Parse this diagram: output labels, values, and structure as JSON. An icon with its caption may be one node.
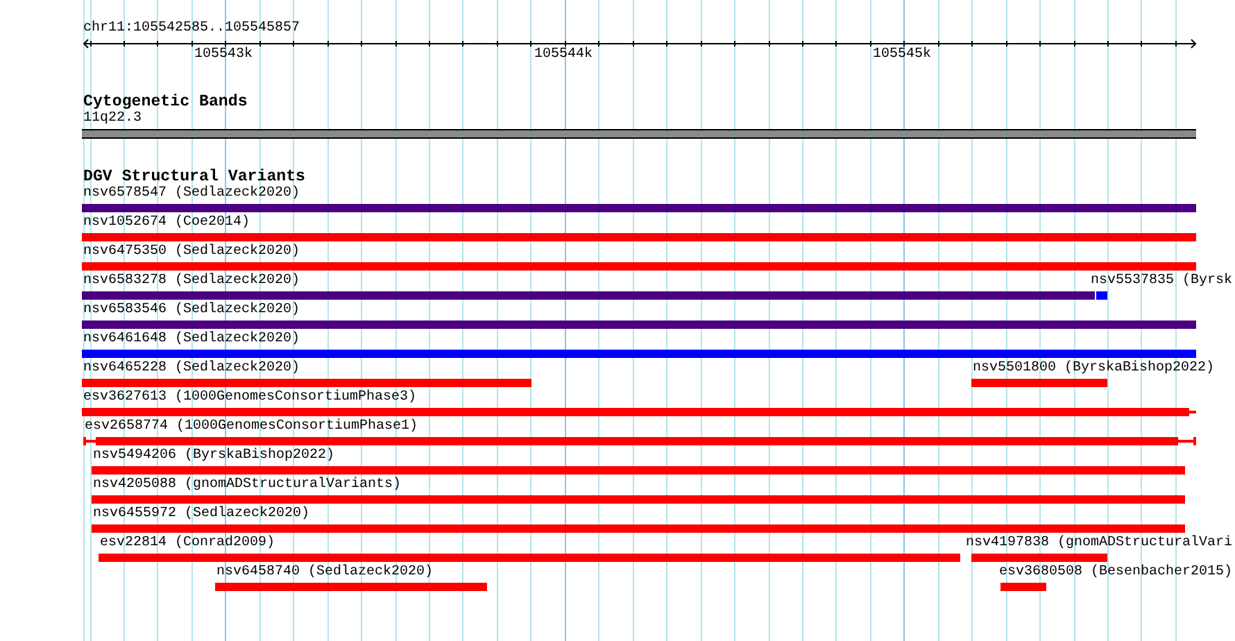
{
  "diagram": {
    "nodes": [
      {
        "text": [],
        "shape": "bar",
        "beside": [
          "11q22.3"
        ]
      },
      {
        "text": [],
        "shape": "bar",
        "beside": [
          "nsv6578547 (Sedlazeck2020)"
        ]
      },
      {
        "text": [],
        "shape": "bar",
        "beside": [
          "nsv1052674 (Coe2014)"
        ]
      },
      {
        "text": [],
        "shape": "bar",
        "beside": [
          "nsv6475350 (Sedlazeck2020)"
        ]
      },
      {
        "text": [],
        "shape": "bar",
        "beside": [
          "nsv6583278 (Sedlazeck2020)"
        ]
      },
      {
        "text": [],
        "shape": "bar",
        "beside": [
          "nsv5537835 (Byrsk"
        ]
      },
      {
        "text": [],
        "shape": "bar",
        "beside": [
          "nsv6583546 (Sedlazeck2020)"
        ]
      },
      {
        "text": [],
        "shape": "bar",
        "beside": [
          "nsv6461648 (Sedlazeck2020)"
        ]
      },
      {
        "text": [],
        "shape": "bar",
        "beside": [
          "nsv6465228 (Sedlazeck2020)"
        ]
      },
      {
        "text": [],
        "shape": "bar",
        "beside": [
          "nsv5501800 (ByrskaBishop2022)"
        ]
      },
      {
        "text": [],
        "shape": "bar",
        "beside": [
          "esv3627613 (1000GenomesConsortiumPhase3)"
        ]
      },
      {
        "text": [],
        "shape": "bar",
        "beside": [
          "esv2658774 (1000GenomesConsortiumPhase1)"
        ]
      },
      {
        "text": [],
        "shape": "bar",
        "beside": [
          "nsv5494206 (ByrskaBishop2022)"
        ]
      },
      {
        "text": [],
        "shape": "bar",
        "beside": [
          "nsv4205088 (gnomADStructuralVariants)"
        ]
      },
      {
        "text": [],
        "shape": "bar",
        "beside": [
          "nsv6455972 (Sedlazeck2020)"
        ]
      },
      {
        "text": [],
        "shape": "bar",
        "beside": [
          "esv22814 (Conrad2009)"
        ]
      },
      {
        "text": [],
        "shape": "bar",
        "beside": [
          "nsv4197838 (gnomADStructuralVari"
        ]
      },
      {
        "text": [],
        "shape": "bar",
        "beside": [
          "nsv6458740 (Sedlazeck2020)"
        ]
      },
      {
        "text": [],
        "shape": "bar",
        "beside": [
          "esv3680508 (Besenbacher2015)"
        ]
      }
    ],
    "labels": [
      "chr11:105542585..105545857",
      "105543k",
      "105544k",
      "105545k",
      "Cytogenetic Bands",
      "DGV Structural Variants"
    ]
  }
}
